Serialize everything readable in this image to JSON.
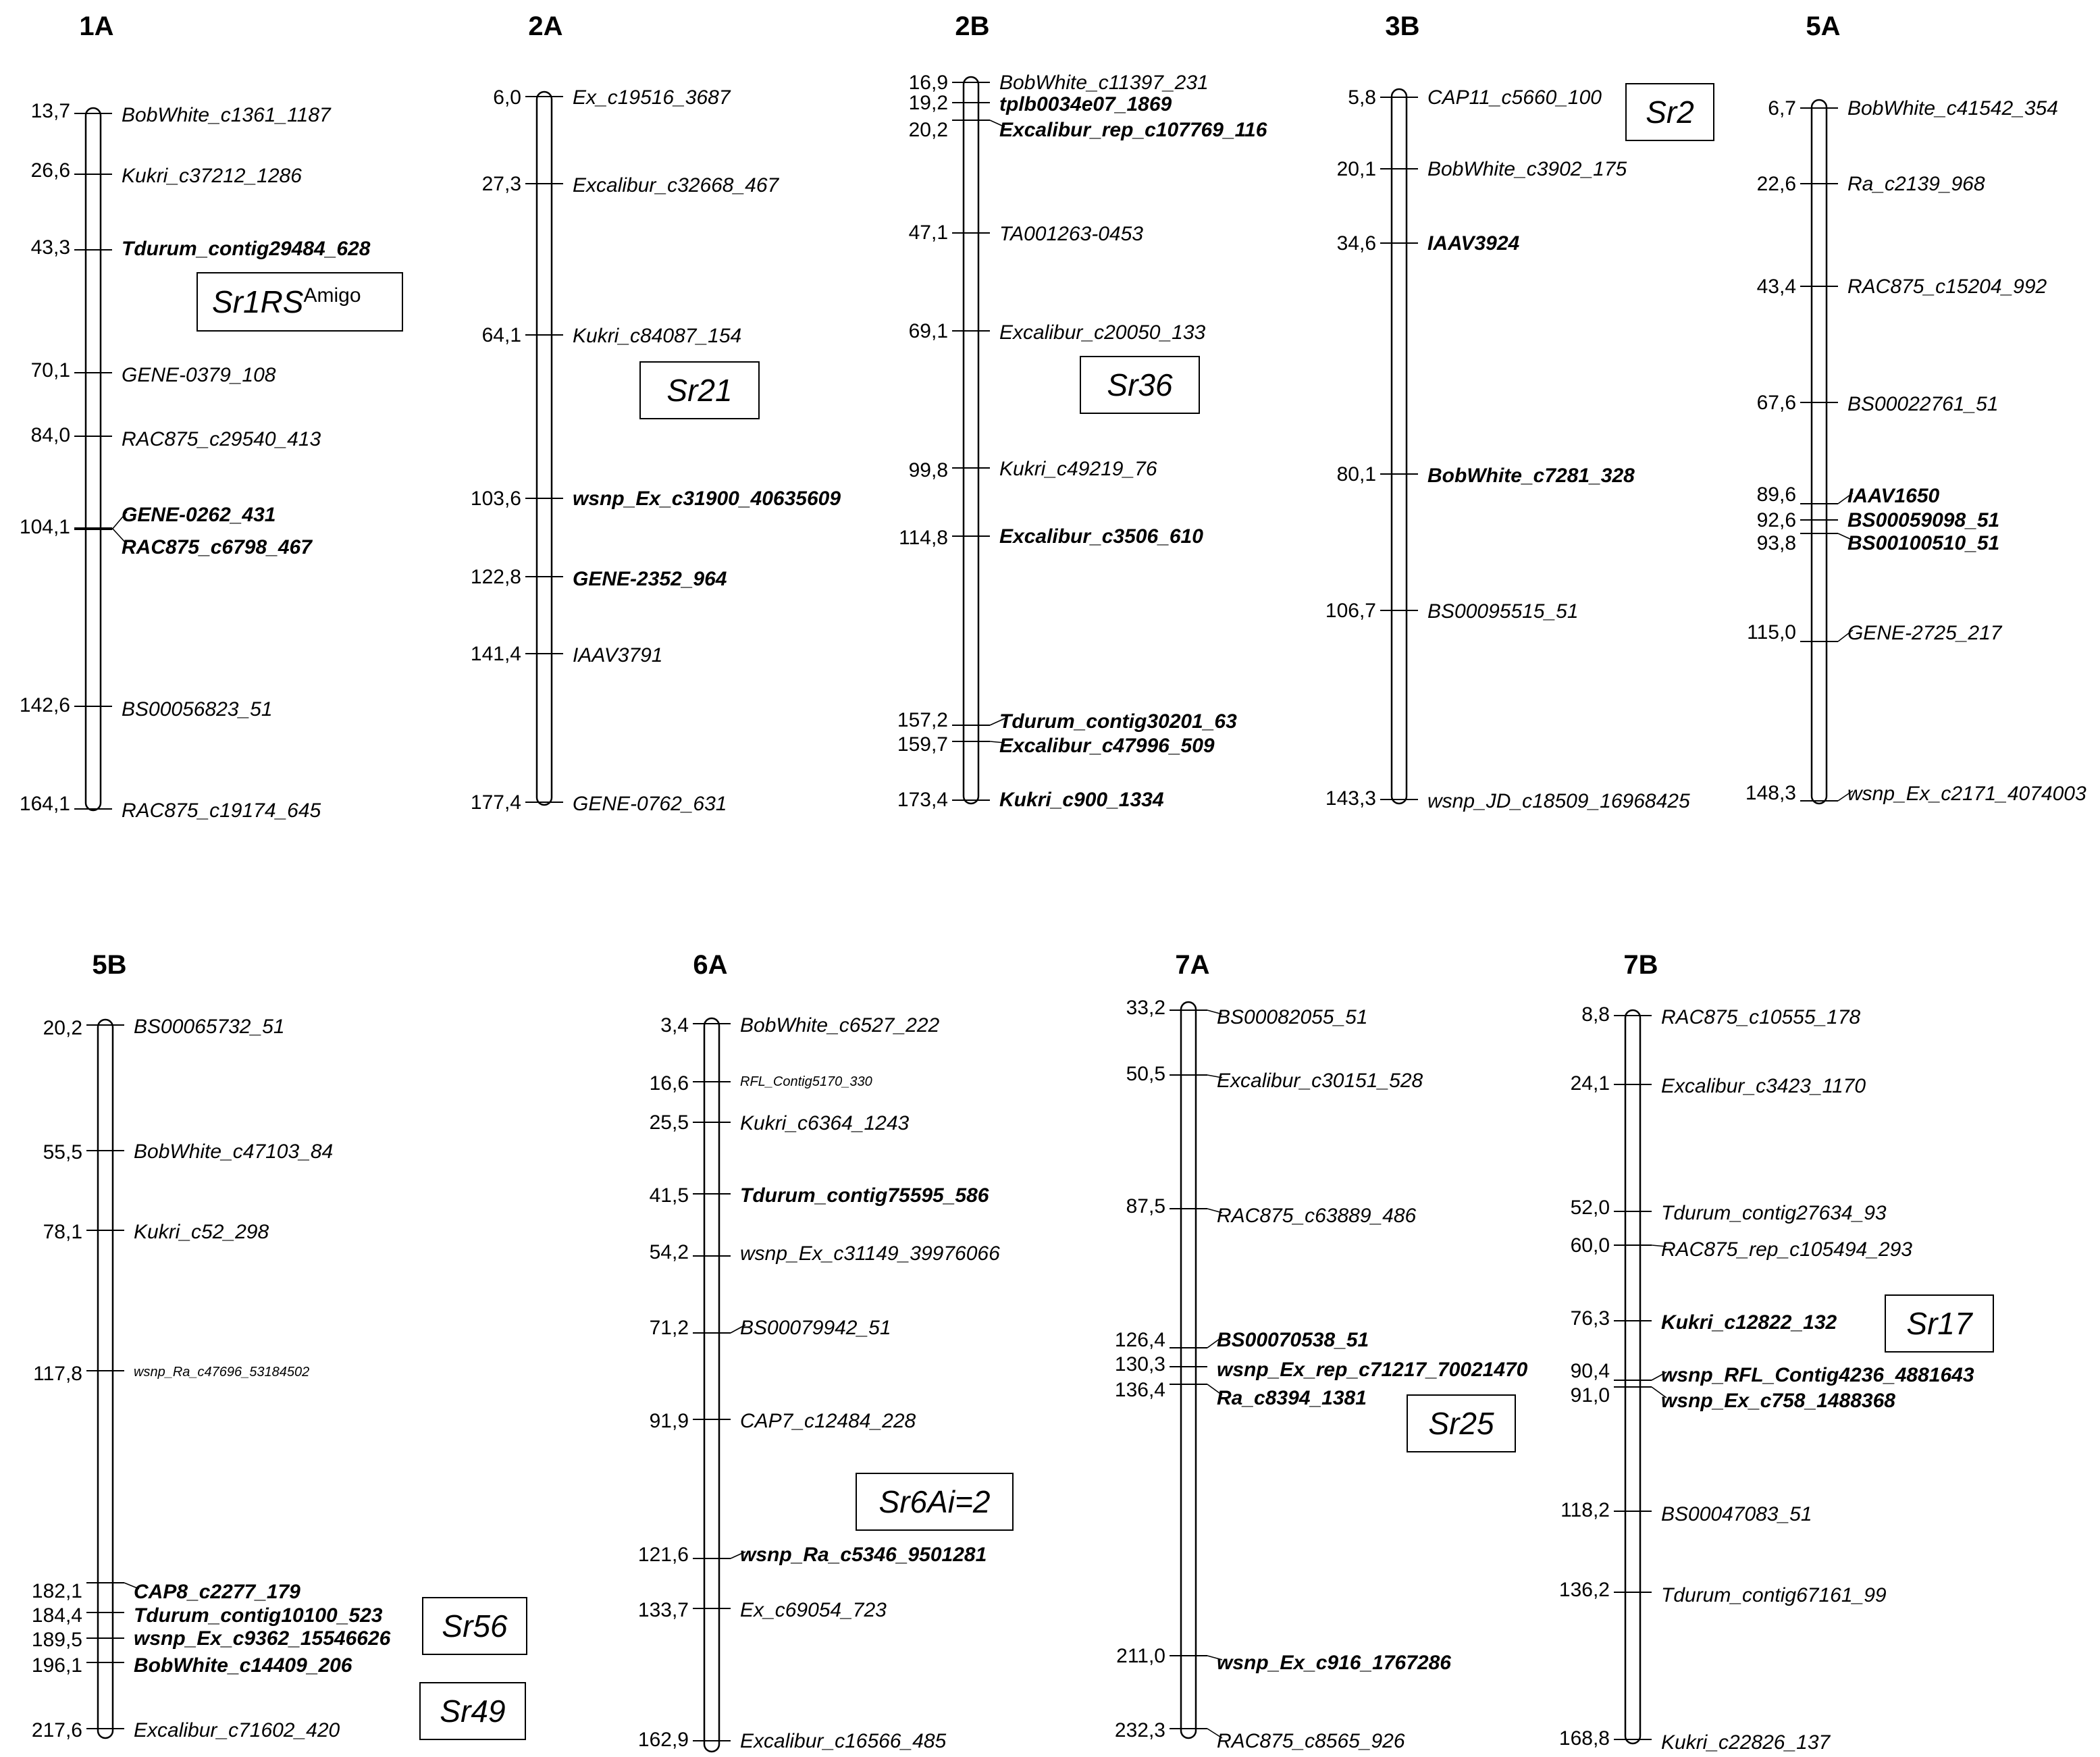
{
  "chromosomes": [
    {
      "id": "1A",
      "markers": [
        {
          "pos": "13,7",
          "name": "BobWhite_c1361_1187"
        },
        {
          "pos": "26,6",
          "name": "Kukri_c37212_1286"
        },
        {
          "pos": "43,3",
          "name": "Tdurum_contig29484_628",
          "bold": true
        },
        {
          "pos": "70,1",
          "name": "GENE-0379_108"
        },
        {
          "pos": "84,0",
          "name": "RAC875_c29540_413"
        },
        {
          "pos": "104,1",
          "name": "GENE-0262_431",
          "bold": true
        },
        {
          "pos": "",
          "name": "RAC875_c6798_467",
          "bold": true
        },
        {
          "pos": "142,6",
          "name": "BS00056823_51"
        },
        {
          "pos": "164,1",
          "name": "RAC875_c19174_645"
        }
      ],
      "genes": [
        {
          "label": "Sr1RS",
          "sup": "Amigo"
        }
      ]
    },
    {
      "id": "2A",
      "markers": [
        {
          "pos": "6,0",
          "name": "Ex_c19516_3687"
        },
        {
          "pos": "27,3",
          "name": "Excalibur_c32668_467"
        },
        {
          "pos": "64,1",
          "name": "Kukri_c84087_154"
        },
        {
          "pos": "103,6",
          "name": "wsnp_Ex_c31900_40635609",
          "bold": true
        },
        {
          "pos": "122,8",
          "name": "GENE-2352_964",
          "bold": true
        },
        {
          "pos": "141,4",
          "name": "IAAV3791"
        },
        {
          "pos": "177,4",
          "name": "GENE-0762_631"
        }
      ],
      "genes": [
        {
          "label": "Sr21"
        }
      ]
    },
    {
      "id": "2B",
      "markers": [
        {
          "pos": "16,9",
          "name": "BobWhite_c11397_231"
        },
        {
          "pos": "19,2",
          "name": "tplb0034e07_1869",
          "bold": true
        },
        {
          "pos": "20,2",
          "name": "Excalibur_rep_c107769_116",
          "bold": true
        },
        {
          "pos": "47,1",
          "name": "TA001263-0453"
        },
        {
          "pos": "69,1",
          "name": "Excalibur_c20050_133"
        },
        {
          "pos": "99,8",
          "name": "Kukri_c49219_76"
        },
        {
          "pos": "114,8",
          "name": "Excalibur_c3506_610",
          "bold": true
        },
        {
          "pos": "157,2",
          "name": "Tdurum_contig30201_63",
          "bold": true
        },
        {
          "pos": "159,7",
          "name": "Excalibur_c47996_509",
          "bold": true
        },
        {
          "pos": "173,4",
          "name": "Kukri_c900_1334",
          "bold": true
        }
      ],
      "genes": [
        {
          "label": "Sr36"
        }
      ]
    },
    {
      "id": "3B",
      "markers": [
        {
          "pos": "5,8",
          "name": "CAP11_c5660_100"
        },
        {
          "pos": "20,1",
          "name": "BobWhite_c3902_175"
        },
        {
          "pos": "34,6",
          "name": "IAAV3924",
          "bold": true
        },
        {
          "pos": "80,1",
          "name": "BobWhite_c7281_328",
          "bold": true
        },
        {
          "pos": "106,7",
          "name": "BS00095515_51"
        },
        {
          "pos": "143,3",
          "name": "wsnp_JD_c18509_16968425"
        }
      ],
      "genes": [
        {
          "label": "Sr2"
        }
      ]
    },
    {
      "id": "5A",
      "markers": [
        {
          "pos": "6,7",
          "name": "BobWhite_c41542_354"
        },
        {
          "pos": "22,6",
          "name": "Ra_c2139_968"
        },
        {
          "pos": "43,4",
          "name": "RAC875_c15204_992"
        },
        {
          "pos": "67,6",
          "name": "BS00022761_51"
        },
        {
          "pos": "89,6",
          "name": "IAAV1650",
          "bold": true
        },
        {
          "pos": "92,6",
          "name": "BS00059098_51",
          "bold": true
        },
        {
          "pos": "93,8",
          "name": "BS00100510_51",
          "bold": true
        },
        {
          "pos": "115,0",
          "name": "GENE-2725_217"
        },
        {
          "pos": "148,3",
          "name": "wsnp_Ex_c2171_4074003"
        }
      ],
      "genes": []
    },
    {
      "id": "5B",
      "markers": [
        {
          "pos": "20,2",
          "name": "BS00065732_51"
        },
        {
          "pos": "55,5",
          "name": "BobWhite_c47103_84"
        },
        {
          "pos": "78,1",
          "name": "Kukri_c52_298"
        },
        {
          "pos": "117,8",
          "name": "wsnp_Ra_c47696_53184502"
        },
        {
          "pos": "182,1",
          "name": "CAP8_c2277_179",
          "bold": true
        },
        {
          "pos": "184,4",
          "name": "Tdurum_contig10100_523",
          "bold": true
        },
        {
          "pos": "189,5",
          "name": "wsnp_Ex_c9362_15546626",
          "bold": true
        },
        {
          "pos": "196,1",
          "name": "BobWhite_c14409_206",
          "bold": true
        },
        {
          "pos": "217,6",
          "name": "Excalibur_c71602_420"
        }
      ],
      "genes": [
        {
          "label": "Sr56"
        },
        {
          "label": "Sr49"
        }
      ]
    },
    {
      "id": "6A",
      "markers": [
        {
          "pos": "3,4",
          "name": "BobWhite_c6527_222"
        },
        {
          "pos": "16,6",
          "name": "RFL_Contig5170_330"
        },
        {
          "pos": "25,5",
          "name": "Kukri_c6364_1243"
        },
        {
          "pos": "41,5",
          "name": "Tdurum_contig75595_586",
          "bold": true
        },
        {
          "pos": "54,2",
          "name": "wsnp_Ex_c31149_39976066"
        },
        {
          "pos": "71,2",
          "name": "BS00079942_51"
        },
        {
          "pos": "91,9",
          "name": "CAP7_c12484_228"
        },
        {
          "pos": "121,6",
          "name": "wsnp_Ra_c5346_9501281",
          "bold": true
        },
        {
          "pos": "133,7",
          "name": "Ex_c69054_723"
        },
        {
          "pos": "162,9",
          "name": "Excalibur_c16566_485"
        }
      ],
      "genes": [
        {
          "label": "Sr6Ai=2"
        }
      ]
    },
    {
      "id": "7A",
      "markers": [
        {
          "pos": "33,2",
          "name": "BS00082055_51"
        },
        {
          "pos": "50,5",
          "name": "Excalibur_c30151_528"
        },
        {
          "pos": "87,5",
          "name": "RAC875_c63889_486"
        },
        {
          "pos": "126,4",
          "name": "BS00070538_51",
          "bold": true
        },
        {
          "pos": "130,3",
          "name": "wsnp_Ex_rep_c71217_70021470",
          "bold": true
        },
        {
          "pos": "136,4",
          "name": "Ra_c8394_1381",
          "bold": true
        },
        {
          "pos": "211,0",
          "name": "wsnp_Ex_c916_1767286",
          "bold": true
        },
        {
          "pos": "232,3",
          "name": "RAC875_c8565_926"
        }
      ],
      "genes": [
        {
          "label": "Sr25"
        }
      ]
    },
    {
      "id": "7B",
      "markers": [
        {
          "pos": "8,8",
          "name": "RAC875_c10555_178"
        },
        {
          "pos": "24,1",
          "name": "Excalibur_c3423_1170"
        },
        {
          "pos": "52,0",
          "name": "Tdurum_contig27634_93"
        },
        {
          "pos": "60,0",
          "name": "RAC875_rep_c105494_293"
        },
        {
          "pos": "76,3",
          "name": "Kukri_c12822_132",
          "bold": true
        },
        {
          "pos": "90,4",
          "name": "wsnp_RFL_Contig4236_4881643",
          "bold": true
        },
        {
          "pos": "91,0",
          "name": "wsnp_Ex_c758_1488368",
          "bold": true
        },
        {
          "pos": "118,2",
          "name": "BS00047083_51"
        },
        {
          "pos": "136,2",
          "name": "Tdurum_contig67161_99"
        },
        {
          "pos": "168,8",
          "name": "Kukri_c22826_137"
        }
      ],
      "genes": [
        {
          "label": "Sr17"
        }
      ]
    }
  ]
}
